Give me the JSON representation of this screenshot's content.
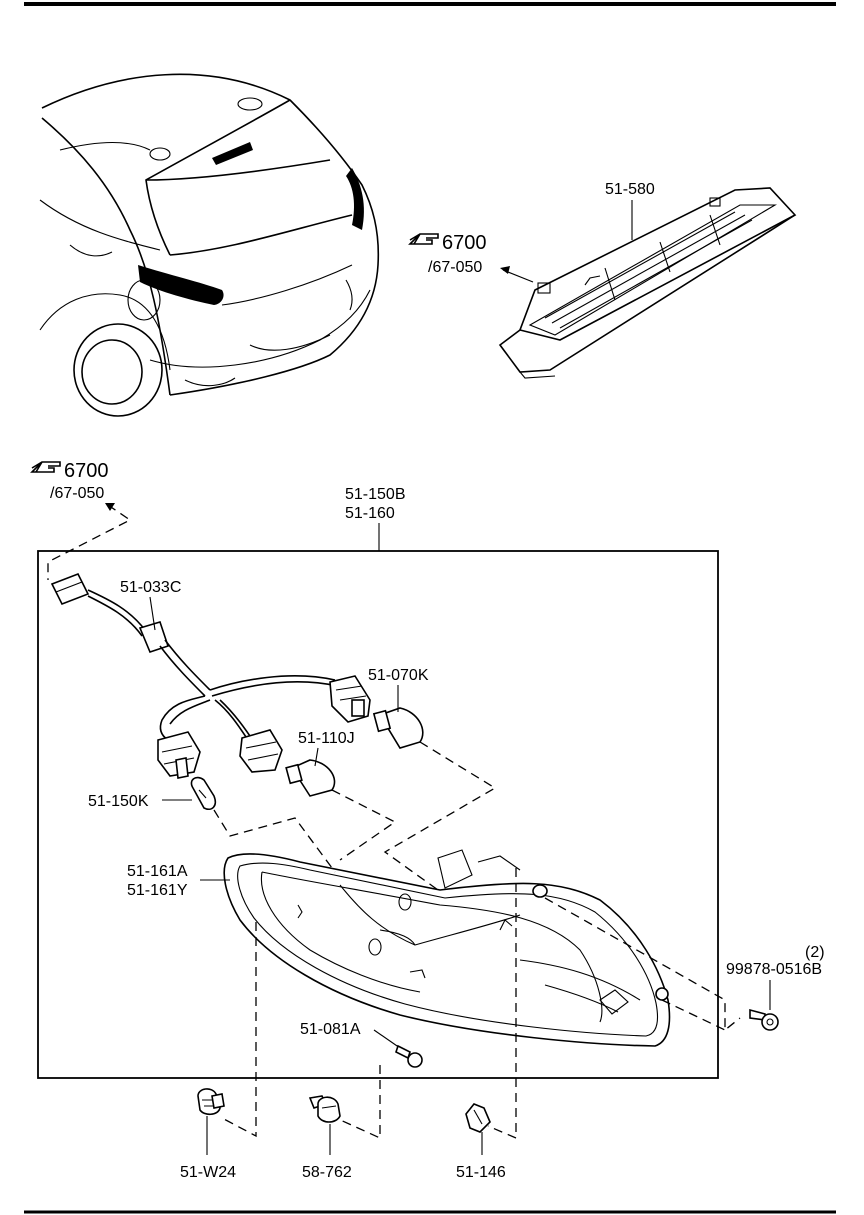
{
  "top_ref": {
    "section": "6700",
    "page": "/67-050"
  },
  "left_ref": {
    "section": "6700",
    "page": "/67-050"
  },
  "labels": {
    "high_mount_lamp": "51-580",
    "assembly_a": "51-150B",
    "assembly_b": "51-160",
    "harness": "51-033C",
    "bulb_070k": "51-070K",
    "bulb_110j": "51-110J",
    "bulb_150k": "51-150K",
    "lens_a": "51-161A",
    "lens_b": "51-161Y",
    "screw": "99878-0516B",
    "screw_qty": "(2)",
    "nut": "51-081A",
    "clip_w24": "51-W24",
    "clip_762": "58-762",
    "clip_146": "51-146"
  },
  "icons": {
    "reference": "pointing-hand-icon"
  }
}
